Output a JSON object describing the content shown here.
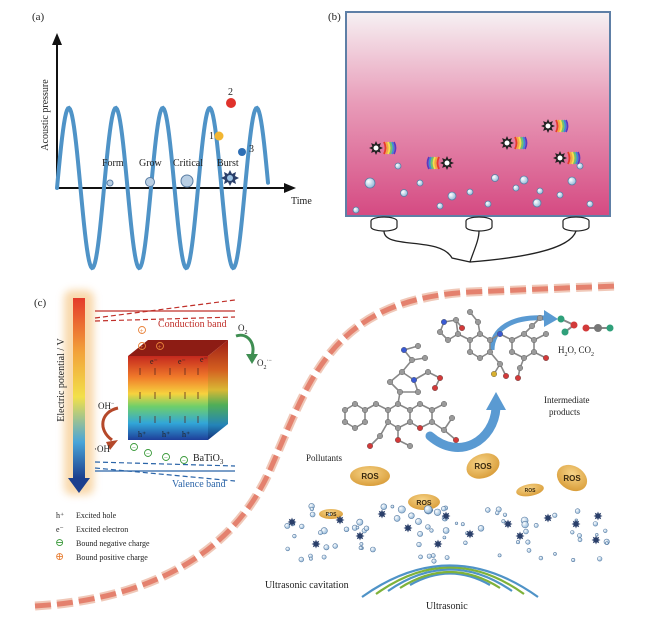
{
  "panel_a": {
    "label": "(a)",
    "y_axis": "Acoustic pressure",
    "x_axis": "Time",
    "stages": [
      "Form",
      "Grow",
      "Critical",
      "Burst"
    ],
    "points": [
      "1",
      "2",
      "3"
    ],
    "colors": {
      "wave": "#4f93c7",
      "p1": "#f2b632",
      "p2": "#e0322b",
      "p3": "#2e6fb5"
    }
  },
  "panel_b": {
    "label": "(b)",
    "colors": {
      "top": "#f4eef0",
      "bottom": "#d94e86"
    }
  },
  "panel_c": {
    "label": "(c)",
    "y_axis": "Electric potential / V",
    "conduction_band": "Conduction band",
    "valence_band": "Valence band",
    "material": "BaTiO",
    "material_sub": "3",
    "o2": "O",
    "o2_sub": "2",
    "o2_radical": "O",
    "o2_radical_sub": "2",
    "o2_radical_sup": "·−",
    "oh_minus": "OH",
    "oh_minus_sup": "−",
    "oh_radical": "·OH",
    "legend": [
      {
        "symbol": "h⁺",
        "text": "Excited hole"
      },
      {
        "symbol": "e⁻",
        "text": "Excited electron"
      },
      {
        "symbol": "⊖",
        "text": "Bound negative charge"
      },
      {
        "symbol": "⊕",
        "text": "Bound positive charge"
      }
    ]
  },
  "right": {
    "products": "H",
    "products_2": "O, CO",
    "products_sub": "2",
    "intermediate": "Intermediate",
    "intermediate_2": "products",
    "pollutants": "Pollutants",
    "ros": "ROS",
    "cavitation": "Ultrasonic cavitation",
    "ultrasonic": "Ultrasonic"
  }
}
